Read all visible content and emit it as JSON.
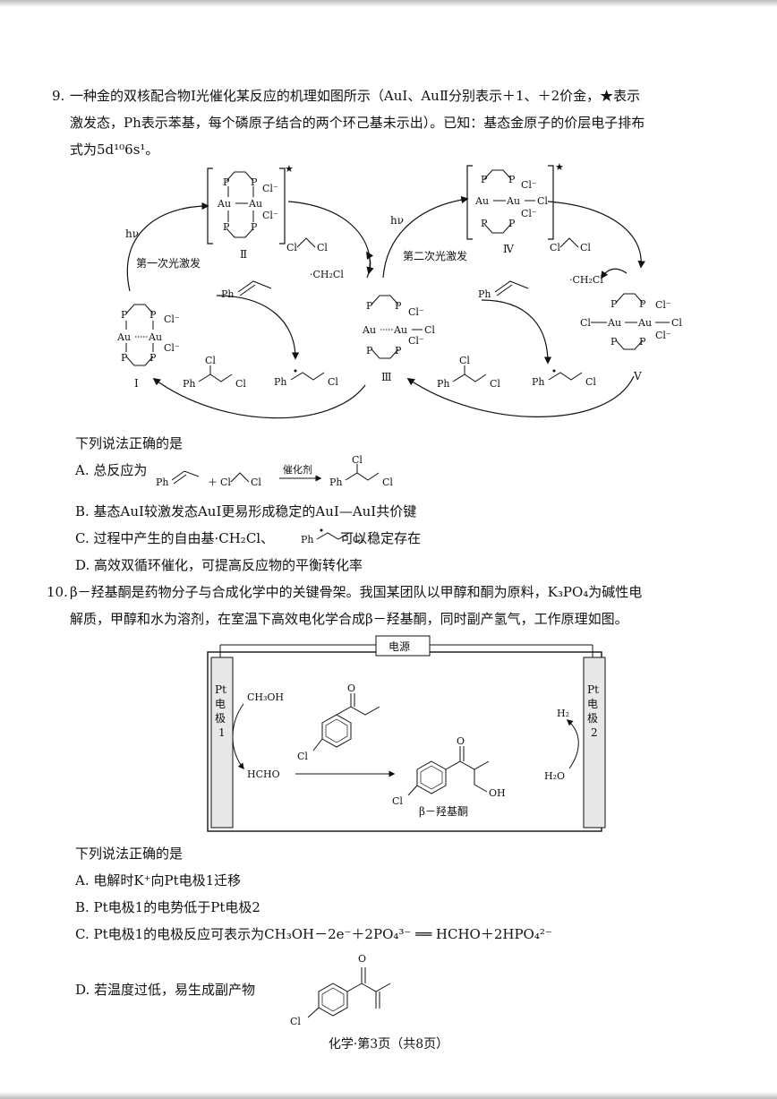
{
  "q9": {
    "number": "9.",
    "line1": "一种金的双核配合物Ⅰ光催化某反应的机理如图所示（AuⅠ、AuⅡ分别表示＋1、＋2价金，★表示",
    "line2": "激发态，Ph表示苯基，每个磷原子结合的两个环己基未示出）。已知：基态金原子的价层电子排布",
    "line3": "式为5d¹⁰6s¹。",
    "diagram": {
      "hv": "hν",
      "first_excite": "第一次光激发",
      "second_excite": "第二次光激发",
      "complex_labels": [
        "Ⅰ",
        "Ⅱ",
        "Ⅲ",
        "Ⅳ",
        "Ⅴ"
      ],
      "ph": "Ph",
      "cl": "Cl",
      "cl_minus": "Cl⁻",
      "p": "P",
      "au1": "Au",
      "ch2cl_radical": "·CH₂Cl",
      "star": "★"
    },
    "prompt": "下列说法正确的是",
    "options": {
      "A_prefix": "A. 总反应为",
      "A_catalyst": "催化剂",
      "B": "B. 基态AuⅠ较激发态AuⅠ更易形成稳定的AuⅠ—AuⅠ共价键",
      "C_prefix": "C. 过程中产生的自由基·CH₂Cl、",
      "C_suffix": "可以稳定存在",
      "D": "D. 高效双循环催化，可提高反应物的平衡转化率"
    }
  },
  "q10": {
    "number": "10.",
    "line1": "β－羟基酮是药物分子与合成化学中的关键骨架。我国某团队以甲醇和酮为原料，K₃PO₄为碱性电",
    "line2": "解质，甲醇和水为溶剂，在室温下高效电化学合成β－羟基酮，同时副产氢气，工作原理如图。",
    "diagram": {
      "power": "电源",
      "electrode1": [
        "Pt",
        "电",
        "极",
        "1"
      ],
      "electrode2": [
        "Pt",
        "电",
        "极",
        "2"
      ],
      "methanol": "CH₃OH",
      "hcho": "HCHO",
      "h2": "H₂",
      "h2o": "H₂O",
      "product_label": "β－羟基酮",
      "cl": "Cl",
      "oh": "OH",
      "o": "O"
    },
    "prompt": "下列说法正确的是",
    "options": {
      "A": "A. 电解时K⁺向Pt电极1迁移",
      "B": "B. Pt电极1的电势低于Pt电极2",
      "C": "C. Pt电极1的电极反应可表示为CH₃OH－2e⁻＋2PO₄³⁻ ══ HCHO＋2HPO₄²⁻",
      "D": "D. 若温度过低，易生成副产物"
    }
  },
  "footer": "化学·第3页（共8页）"
}
